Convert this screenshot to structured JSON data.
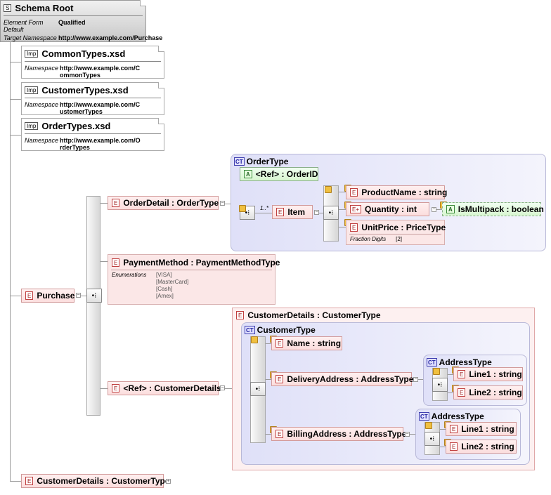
{
  "schema_root": {
    "title": "Schema Root",
    "tag": "S",
    "properties": [
      {
        "key": "Element Form Default",
        "value": "Qualified"
      },
      {
        "key": "Target Namespace",
        "value": "http://www.example.com/Purchase"
      }
    ]
  },
  "imports": [
    {
      "tag": "Imp",
      "title": "CommonTypes.xsd",
      "key": "Namespace",
      "value": "http://www.example.com/CommonTypes"
    },
    {
      "tag": "Imp",
      "title": "CustomerTypes.xsd",
      "key": "Namespace",
      "value": "http://www.example.com/CustomerTypes"
    },
    {
      "tag": "Imp",
      "title": "OrderTypes.xsd",
      "key": "Namespace",
      "value": "http://www.example.com/OrderTypes"
    }
  ],
  "purchase": {
    "tag": "E",
    "label": "Purchase"
  },
  "order_detail": {
    "tag": "E",
    "label": "OrderDetail  : OrderType"
  },
  "order_type": {
    "tag": "CT",
    "title": "OrderType",
    "ref_attr": {
      "tag": "A",
      "label": "<Ref>  : OrderID"
    },
    "multiplicity": "1..*",
    "item": {
      "tag": "E",
      "label": "Item"
    },
    "product_name": {
      "tag": "E",
      "label": "ProductName  : string"
    },
    "quantity": {
      "tag": "E+",
      "label": "Quantity  : int"
    },
    "is_multipack": {
      "tag": "A",
      "label": "IsMultipack  : boolean"
    },
    "unit_price": {
      "tag": "E",
      "label": "UnitPrice  : PriceType",
      "facet_key": "Fraction Digits",
      "facet_value": "[2]"
    }
  },
  "payment_method": {
    "tag": "E",
    "label": "PaymentMethod  : PaymentMethodType",
    "enum_key": "Enumerations",
    "enumerations": [
      "[VISA]",
      "[MasterCard]",
      "[Cash]",
      "[Amex]"
    ]
  },
  "ref_customer_details": {
    "tag": "E",
    "label": "<Ref>  : CustomerDetails"
  },
  "customer_details_block": {
    "tag": "E",
    "label": "CustomerDetails  : CustomerType",
    "ctype_title": "CustomerType",
    "name": {
      "tag": "E",
      "label": "Name  : string"
    },
    "delivery": {
      "tag": "E",
      "label": "DeliveryAddress  : AddressType"
    },
    "billing": {
      "tag": "E",
      "label": "BillingAddress  : AddressType"
    },
    "address_type_title": "AddressType",
    "line1": {
      "tag": "E",
      "label": "Line1  : string"
    },
    "line2": {
      "tag": "E",
      "label": "Line2  : string"
    }
  },
  "customer_details_global": {
    "tag": "E",
    "label": "CustomerDetails  : CustomerType"
  }
}
